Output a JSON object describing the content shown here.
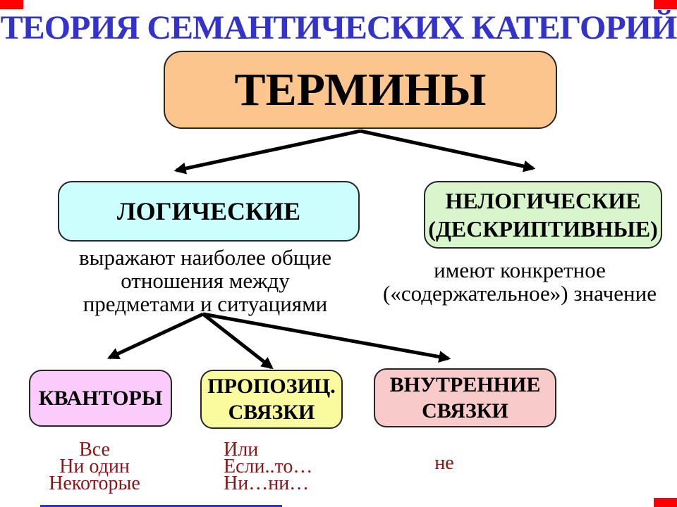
{
  "title": {
    "text": "ТЕОРИЯ СЕМАНТИЧЕСКИХ КАТЕГОРИЙ",
    "color": "#3333cc"
  },
  "boxes": {
    "terms": {
      "label": "ТЕРМИНЫ",
      "bg": "#fbc58d"
    },
    "logical": {
      "label": "ЛОГИЧЕСКИЕ",
      "bg": "#ccfefe"
    },
    "nonlogical": {
      "lines": [
        "НЕЛОГИЧЕСКИЕ",
        "(ДЕСКРИПТИВНЫЕ)"
      ],
      "bg": "#d8f5cc"
    },
    "quantifiers": {
      "label": "КВАНТОРЫ",
      "bg": "#fbcbfb"
    },
    "propositional": {
      "lines": [
        "ПРОПОЗИЦ.",
        "СВЯЗКИ"
      ],
      "bg": "#fafa9e"
    },
    "internal": {
      "lines": [
        "ВНУТРЕННИЕ",
        "СВЯЗКИ"
      ],
      "bg": "#f8caca"
    }
  },
  "descriptions": {
    "logical": {
      "lines": [
        "выражают наиболее общие",
        "отношения между",
        "предметами и ситуациями"
      ]
    },
    "nonlogical": {
      "lines": [
        "имеют конкретное",
        "(«содержательное») значение"
      ]
    }
  },
  "examples": {
    "quantifiers": [
      "Все",
      "Ни один",
      "Некоторые"
    ],
    "propositional": [
      "Или",
      "Если..то…",
      "Ни…ни…"
    ],
    "internal": [
      "не"
    ]
  },
  "colors": {
    "title_text": "#3333cc",
    "example_text": "#8b1414",
    "arrow": "#000000",
    "corner_marks": "#ff0000",
    "bottom_rule": "#3333cc",
    "box_border": "#262626"
  }
}
